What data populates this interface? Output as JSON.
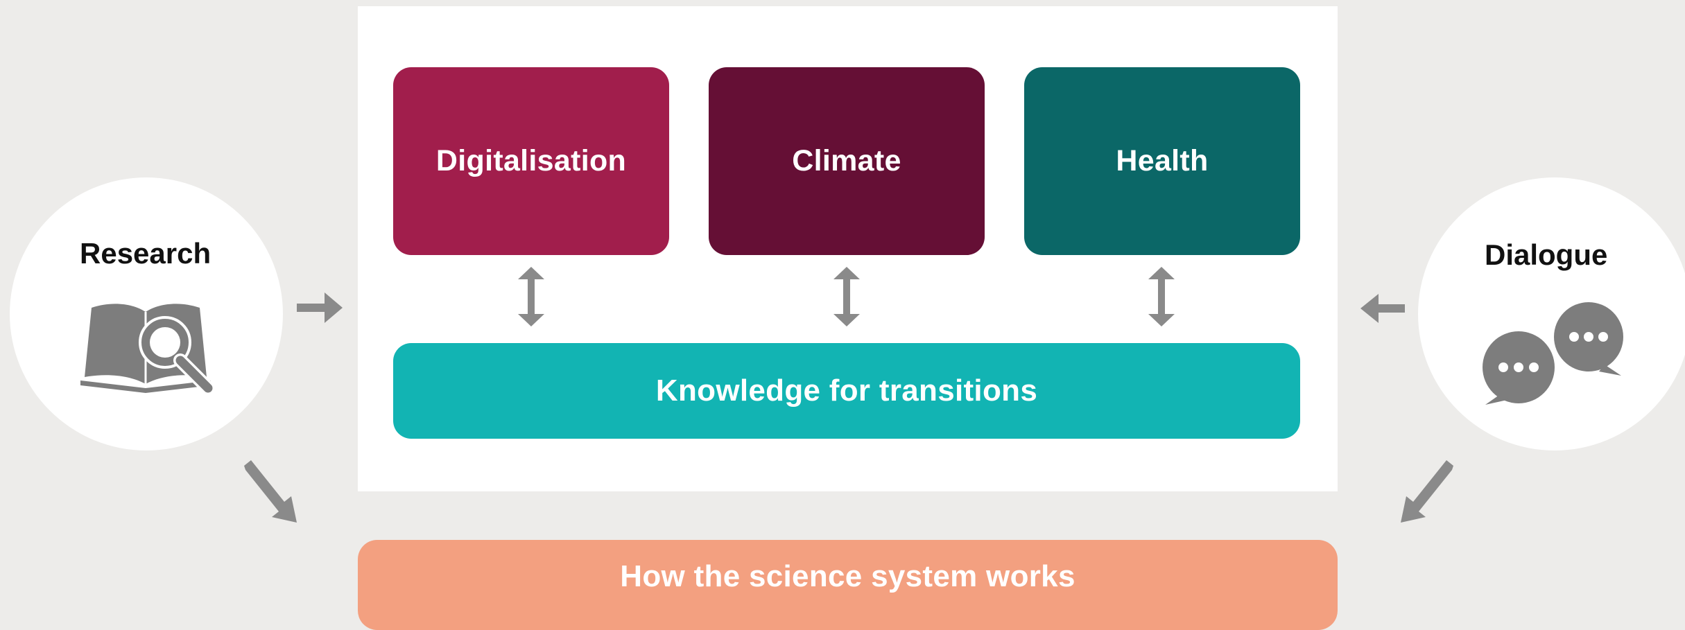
{
  "topics": {
    "digitalisation": "Digitalisation",
    "climate": "Climate",
    "health": "Health"
  },
  "knowledge_label": "Knowledge for transitions",
  "science_system_label": "How the science system works",
  "research": {
    "title": "Research",
    "icon": "book-magnifier-icon"
  },
  "dialogue": {
    "title": "Dialogue",
    "icon": "speech-bubbles-icon"
  },
  "colors": {
    "background": "#edecea",
    "digitalisation": "#a11e4c",
    "climate": "#650f35",
    "health": "#0b6767",
    "knowledge": "#12b4b3",
    "science_system": "#f3a080",
    "arrow": "#8a8a8a",
    "icon": "#7d7d7d"
  }
}
